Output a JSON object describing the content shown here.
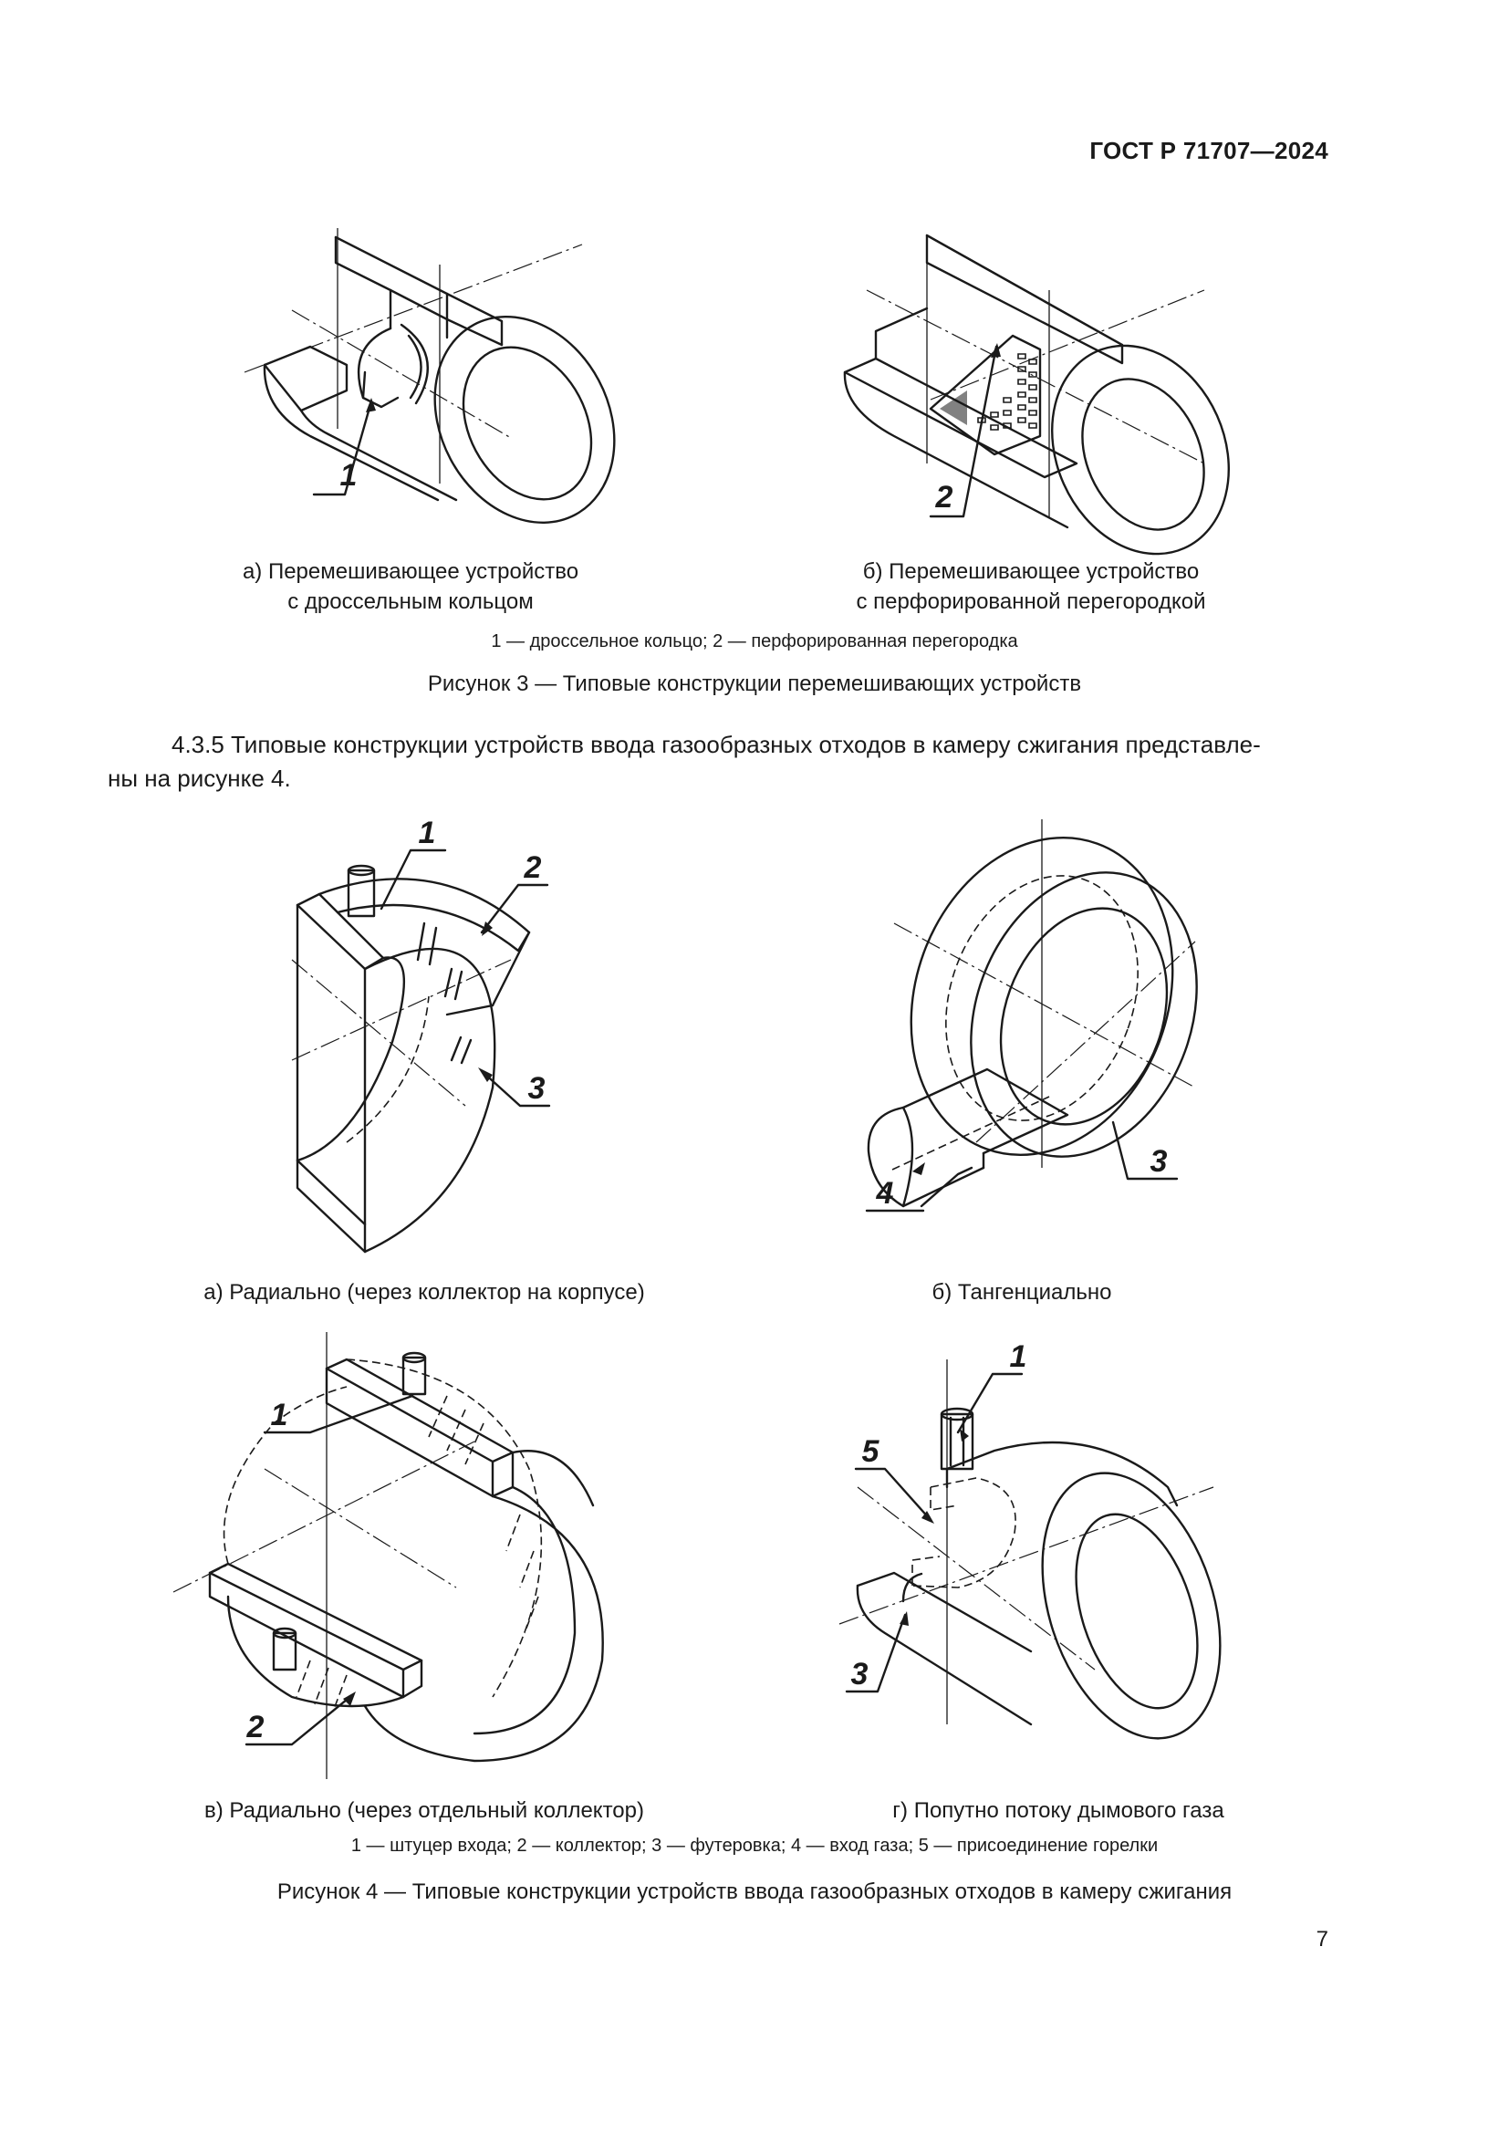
{
  "header": {
    "doc_code": "ГОСТ Р 71707—2024"
  },
  "figure3": {
    "captions": {
      "a": [
        "а) Перемешивающее устройство",
        "с дроссельным кольцом"
      ],
      "b": [
        "б) Перемешивающее устройство",
        "с перфорированной перегородкой"
      ]
    },
    "legend": "1 — дроссельное кольцо; 2 — перфорированная перегородка",
    "title": "Рисунок 3 — Типовые конструкции перемешивающих устройств",
    "callouts": {
      "a": "1",
      "b": "2"
    }
  },
  "paragraph": {
    "line1": "4.3.5 Типовые конструкции устройств ввода газообразных отходов в камеру сжигания представле-",
    "line2": "ны на рисунке 4."
  },
  "figure4": {
    "captions": {
      "a": "а) Радиально (через коллектор на корпусе)",
      "b": "б) Тангенциально",
      "c": "в) Радиально (через отдельный коллектор)",
      "d": "г) Попутно потоку дымового газа"
    },
    "callouts": {
      "a": [
        "1",
        "2",
        "3"
      ],
      "b": [
        "3",
        "4"
      ],
      "c": [
        "1",
        "2"
      ],
      "d": [
        "1",
        "5",
        "3"
      ]
    },
    "legend": "1 — штуцер входа; 2 — коллектор; 3 — футеровка; 4 — вход газа; 5 — присоединение горелки",
    "title": "Рисунок 4 — Типовые конструкции устройств ввода газообразных отходов в камеру сжигания"
  },
  "page_number": "7"
}
